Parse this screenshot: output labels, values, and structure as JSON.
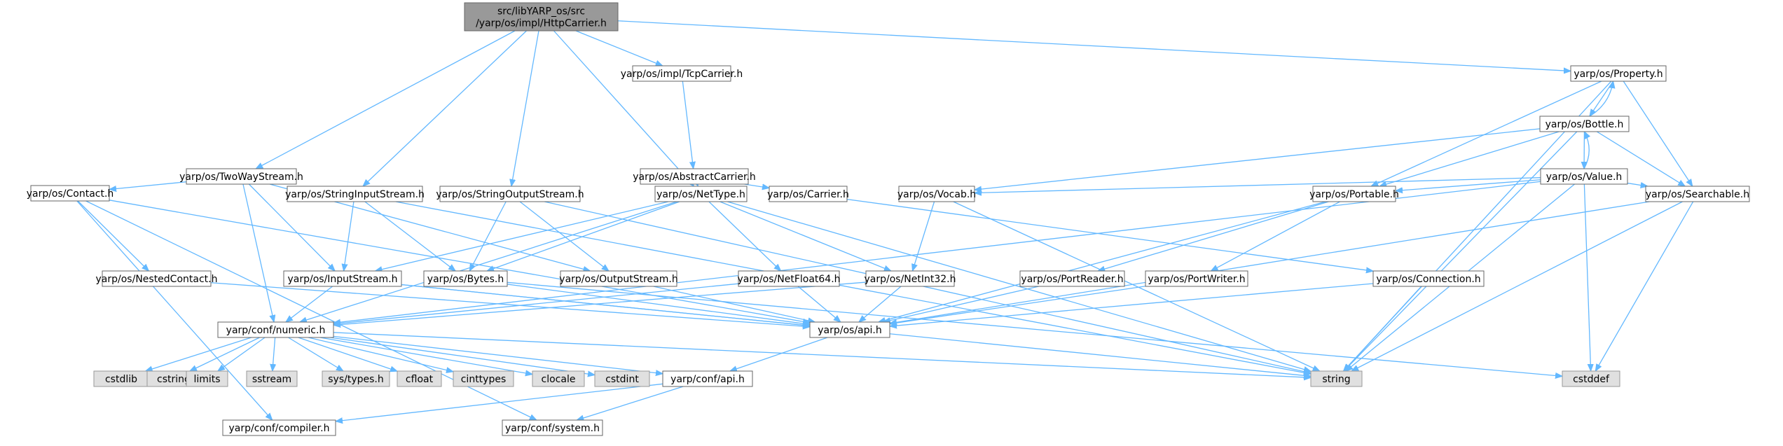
{
  "diagram": {
    "type": "include-dependency-graph",
    "colors": {
      "edge": "#63b8ff",
      "root_fill": "#999999",
      "node_border": "#666666",
      "system_fill": "#e0e0e0"
    },
    "nodes": [
      {
        "id": "root",
        "lines": [
          "src/libYARP_os/src",
          "/yarp/os/impl/HttpCarrier.h"
        ],
        "kind": "root"
      },
      {
        "id": "tcpcarrier",
        "lines": [
          "yarp/os/impl/TcpCarrier.h"
        ],
        "kind": "normal"
      },
      {
        "id": "property",
        "lines": [
          "yarp/os/Property.h"
        ],
        "kind": "normal"
      },
      {
        "id": "bottle",
        "lines": [
          "yarp/os/Bottle.h"
        ],
        "kind": "normal"
      },
      {
        "id": "value",
        "lines": [
          "yarp/os/Value.h"
        ],
        "kind": "normal"
      },
      {
        "id": "abstractcarrier",
        "lines": [
          "yarp/os/AbstractCarrier.h"
        ],
        "kind": "normal"
      },
      {
        "id": "twowaystream",
        "lines": [
          "yarp/os/TwoWayStream.h"
        ],
        "kind": "normal"
      },
      {
        "id": "contact",
        "lines": [
          "yarp/os/Contact.h"
        ],
        "kind": "normal"
      },
      {
        "id": "stringinputstream",
        "lines": [
          "yarp/os/StringInputStream.h"
        ],
        "kind": "normal"
      },
      {
        "id": "stringoutputstream",
        "lines": [
          "yarp/os/StringOutputStream.h"
        ],
        "kind": "normal"
      },
      {
        "id": "nettype",
        "lines": [
          "yarp/os/NetType.h"
        ],
        "kind": "normal"
      },
      {
        "id": "carrier",
        "lines": [
          "yarp/os/Carrier.h"
        ],
        "kind": "normal"
      },
      {
        "id": "vocab",
        "lines": [
          "yarp/os/Vocab.h"
        ],
        "kind": "normal"
      },
      {
        "id": "portable",
        "lines": [
          "yarp/os/Portable.h"
        ],
        "kind": "normal"
      },
      {
        "id": "searchable",
        "lines": [
          "yarp/os/Searchable.h"
        ],
        "kind": "normal"
      },
      {
        "id": "nestedcontact",
        "lines": [
          "yarp/os/NestedContact.h"
        ],
        "kind": "normal"
      },
      {
        "id": "inputstream",
        "lines": [
          "yarp/os/InputStream.h"
        ],
        "kind": "normal"
      },
      {
        "id": "bytes",
        "lines": [
          "yarp/os/Bytes.h"
        ],
        "kind": "normal"
      },
      {
        "id": "outputstream",
        "lines": [
          "yarp/os/OutputStream.h"
        ],
        "kind": "normal"
      },
      {
        "id": "netfloat64",
        "lines": [
          "yarp/os/NetFloat64.h"
        ],
        "kind": "normal"
      },
      {
        "id": "netint32",
        "lines": [
          "yarp/os/NetInt32.h"
        ],
        "kind": "normal"
      },
      {
        "id": "portreader",
        "lines": [
          "yarp/os/PortReader.h"
        ],
        "kind": "normal"
      },
      {
        "id": "portwriter",
        "lines": [
          "yarp/os/PortWriter.h"
        ],
        "kind": "normal"
      },
      {
        "id": "connection",
        "lines": [
          "yarp/os/Connection.h"
        ],
        "kind": "normal"
      },
      {
        "id": "numeric",
        "lines": [
          "yarp/conf/numeric.h"
        ],
        "kind": "normal"
      },
      {
        "id": "osapi",
        "lines": [
          "yarp/os/api.h"
        ],
        "kind": "normal"
      },
      {
        "id": "cstdlib",
        "lines": [
          "cstdlib"
        ],
        "kind": "system"
      },
      {
        "id": "cstring",
        "lines": [
          "cstring"
        ],
        "kind": "system"
      },
      {
        "id": "limits",
        "lines": [
          "limits"
        ],
        "kind": "system"
      },
      {
        "id": "sstream",
        "lines": [
          "sstream"
        ],
        "kind": "system"
      },
      {
        "id": "systypes",
        "lines": [
          "sys/types.h"
        ],
        "kind": "system"
      },
      {
        "id": "cfloat",
        "lines": [
          "cfloat"
        ],
        "kind": "system"
      },
      {
        "id": "cinttypes",
        "lines": [
          "cinttypes"
        ],
        "kind": "system"
      },
      {
        "id": "clocale",
        "lines": [
          "clocale"
        ],
        "kind": "system"
      },
      {
        "id": "cstdint",
        "lines": [
          "cstdint"
        ],
        "kind": "system"
      },
      {
        "id": "confapi",
        "lines": [
          "yarp/conf/api.h"
        ],
        "kind": "normal"
      },
      {
        "id": "string",
        "lines": [
          "string"
        ],
        "kind": "system"
      },
      {
        "id": "cstddef",
        "lines": [
          "cstddef"
        ],
        "kind": "system"
      },
      {
        "id": "compiler",
        "lines": [
          "yarp/conf/compiler.h"
        ],
        "kind": "normal"
      },
      {
        "id": "system",
        "lines": [
          "yarp/conf/system.h"
        ],
        "kind": "normal"
      }
    ],
    "edges": [
      [
        "root",
        "tcpcarrier"
      ],
      [
        "root",
        "property"
      ],
      [
        "root",
        "twowaystream"
      ],
      [
        "root",
        "stringinputstream"
      ],
      [
        "root",
        "stringoutputstream"
      ],
      [
        "root",
        "nettype"
      ],
      [
        "tcpcarrier",
        "abstractcarrier"
      ],
      [
        "abstractcarrier",
        "nettype"
      ],
      [
        "abstractcarrier",
        "carrier"
      ],
      [
        "property",
        "bottle"
      ],
      [
        "property",
        "portable"
      ],
      [
        "property",
        "searchable"
      ],
      [
        "property",
        "string"
      ],
      [
        "bottle",
        "property"
      ],
      [
        "bottle",
        "value"
      ],
      [
        "bottle",
        "vocab"
      ],
      [
        "bottle",
        "portable"
      ],
      [
        "bottle",
        "searchable"
      ],
      [
        "bottle",
        "string"
      ],
      [
        "value",
        "bottle"
      ],
      [
        "value",
        "vocab"
      ],
      [
        "value",
        "portable"
      ],
      [
        "value",
        "searchable"
      ],
      [
        "value",
        "numeric"
      ],
      [
        "value",
        "string"
      ],
      [
        "value",
        "cstddef"
      ],
      [
        "twowaystream",
        "contact"
      ],
      [
        "twowaystream",
        "inputstream"
      ],
      [
        "twowaystream",
        "outputstream"
      ],
      [
        "twowaystream",
        "numeric"
      ],
      [
        "contact",
        "nestedcontact"
      ],
      [
        "contact",
        "osapi"
      ],
      [
        "contact",
        "compiler"
      ],
      [
        "contact",
        "system"
      ],
      [
        "nestedcontact",
        "osapi"
      ],
      [
        "stringinputstream",
        "inputstream"
      ],
      [
        "stringinputstream",
        "bytes"
      ],
      [
        "stringinputstream",
        "string"
      ],
      [
        "stringoutputstream",
        "outputstream"
      ],
      [
        "stringoutputstream",
        "bytes"
      ],
      [
        "stringoutputstream",
        "string"
      ],
      [
        "nettype",
        "inputstream"
      ],
      [
        "nettype",
        "bytes"
      ],
      [
        "nettype",
        "netint32"
      ],
      [
        "nettype",
        "netfloat64"
      ],
      [
        "nettype",
        "numeric"
      ],
      [
        "nettype",
        "string"
      ],
      [
        "carrier",
        "connection"
      ],
      [
        "vocab",
        "netint32"
      ],
      [
        "vocab",
        "string"
      ],
      [
        "portable",
        "portreader"
      ],
      [
        "portable",
        "portwriter"
      ],
      [
        "portable",
        "osapi"
      ],
      [
        "searchable",
        "osapi"
      ],
      [
        "searchable",
        "string"
      ],
      [
        "searchable",
        "cstddef"
      ],
      [
        "inputstream",
        "numeric"
      ],
      [
        "inputstream",
        "osapi"
      ],
      [
        "inputstream",
        "string"
      ],
      [
        "bytes",
        "osapi"
      ],
      [
        "bytes",
        "cstddef"
      ],
      [
        "outputstream",
        "osapi"
      ],
      [
        "netfloat64",
        "numeric"
      ],
      [
        "netfloat64",
        "osapi"
      ],
      [
        "netint32",
        "numeric"
      ],
      [
        "netint32",
        "osapi"
      ],
      [
        "portreader",
        "osapi"
      ],
      [
        "portwriter",
        "osapi"
      ],
      [
        "connection",
        "osapi"
      ],
      [
        "connection",
        "string"
      ],
      [
        "osapi",
        "confapi"
      ],
      [
        "confapi",
        "compiler"
      ],
      [
        "confapi",
        "system"
      ],
      [
        "numeric",
        "cstdlib"
      ],
      [
        "numeric",
        "cstring"
      ],
      [
        "numeric",
        "limits"
      ],
      [
        "numeric",
        "sstream"
      ],
      [
        "numeric",
        "systypes"
      ],
      [
        "numeric",
        "cfloat"
      ],
      [
        "numeric",
        "cinttypes"
      ],
      [
        "numeric",
        "clocale"
      ],
      [
        "numeric",
        "cstdint"
      ],
      [
        "numeric",
        "confapi"
      ],
      [
        "numeric",
        "string"
      ]
    ]
  }
}
